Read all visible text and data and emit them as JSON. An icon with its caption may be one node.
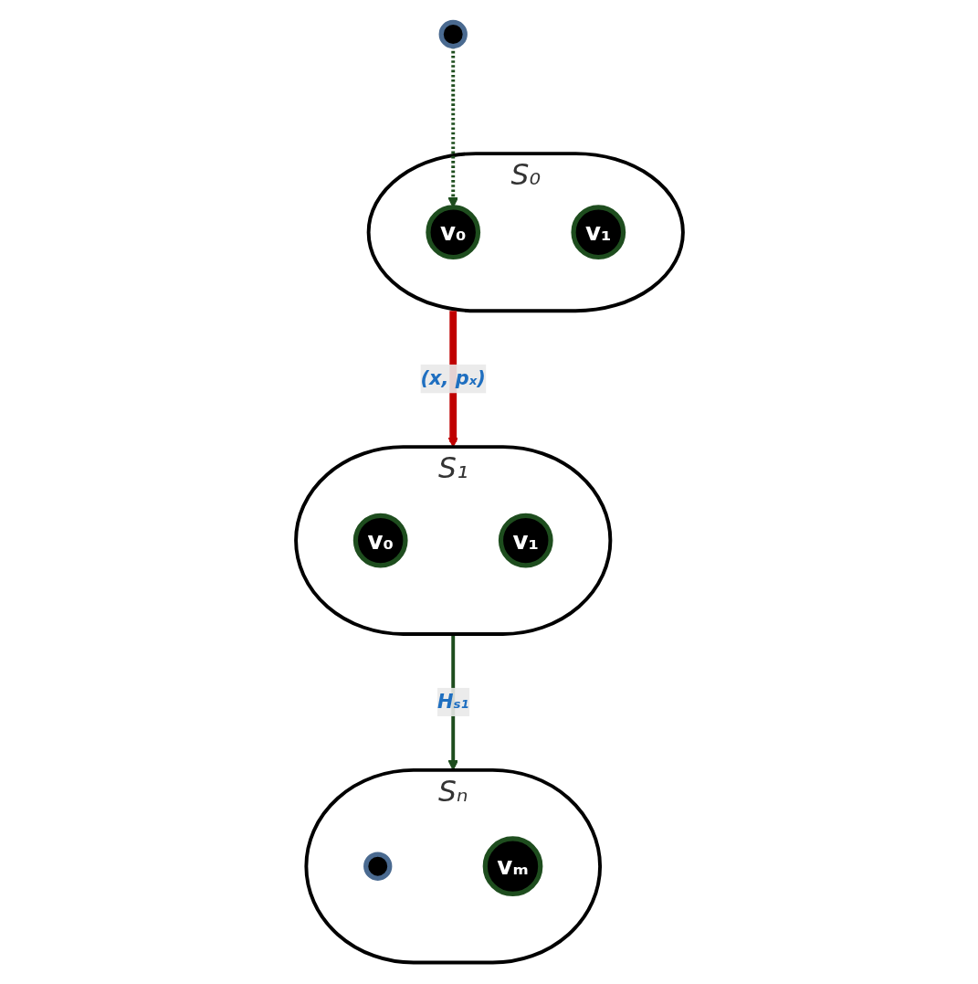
{
  "diagram": {
    "nodes": [
      {
        "text": [],
        "shape": "circle"
      },
      {
        "text": [
          "S₀"
        ]
      },
      {
        "text": [
          "v₀"
        ],
        "in": 1
      },
      {
        "text": [
          "v₁"
        ],
        "in": 1
      },
      {
        "text": [
          "S₁"
        ]
      },
      {
        "text": [
          "v₀"
        ],
        "in": 4
      },
      {
        "text": [
          "v₁"
        ],
        "in": 4
      },
      {
        "text": [
          "Sₙ"
        ]
      },
      {
        "text": [],
        "shape": "circle",
        "in": 7
      },
      {
        "text": [
          "vₘ"
        ],
        "in": 7
      }
    ],
    "edges": [
      {
        "from": 0,
        "to": 2,
        "arrow": "to",
        "style": "dashed"
      },
      {
        "from": 1,
        "to": 4,
        "arrow": "to",
        "label": "(x, pₓ)",
        "style": "thick",
        "color": "#c00000"
      },
      {
        "from": 4,
        "to": 7,
        "arrow": "to",
        "label": "Hₛ₁"
      }
    ]
  }
}
